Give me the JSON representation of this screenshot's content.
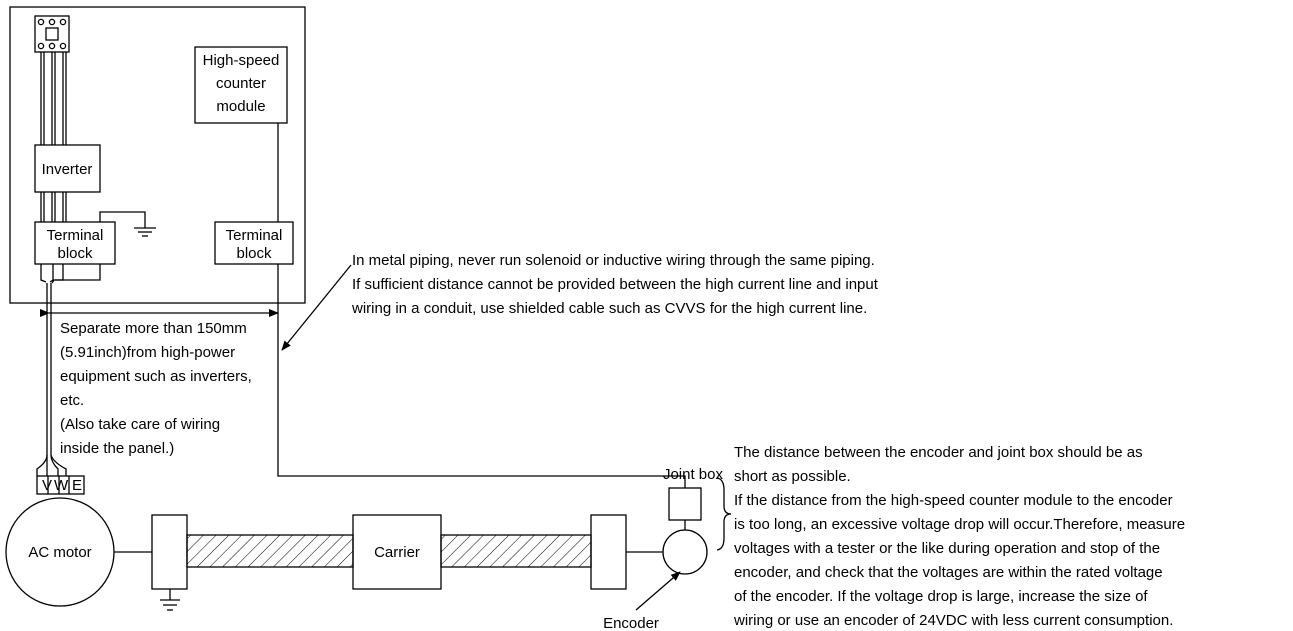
{
  "labels": {
    "hsc_line1": "High-speed",
    "hsc_line2": "counter",
    "hsc_line3": "module",
    "inverter": "Inverter",
    "tb_left_line1": "Terminal",
    "tb_left_line2": "block",
    "tb_right_line1": "Terminal",
    "tb_right_line2": "block",
    "joint_box": "Joint box",
    "ac_motor": "AC motor",
    "carrier": "Carrier",
    "encoder": "Encoder",
    "term_v": "V",
    "term_w": "W",
    "term_e": "E"
  },
  "notes": {
    "piping": [
      "In metal piping, never run solenoid or inductive wiring through the same piping.",
      "If sufficient distance cannot be provided between the high current line and input",
      "wiring in a conduit, use shielded cable such as CVVS for the high current line."
    ],
    "separation": [
      "Separate more than 150mm",
      "(5.91inch)from high-power",
      "equipment such as inverters,",
      "etc.",
      "(Also take care of wiring",
      "inside the panel.)"
    ],
    "encoder": [
      "The distance between the encoder and joint box should be as",
      "short as possible.",
      "If the distance from the high-speed counter module to the encoder",
      "is too long, an excessive voltage drop will occur.Therefore, measure",
      "voltages with a tester or the like during operation and stop of the",
      "encoder, and check that the voltages are within the rated voltage",
      "of the encoder. If the voltage drop is large, increase the size of",
      "wiring or use an encoder of 24VDC with less current consumption."
    ]
  }
}
